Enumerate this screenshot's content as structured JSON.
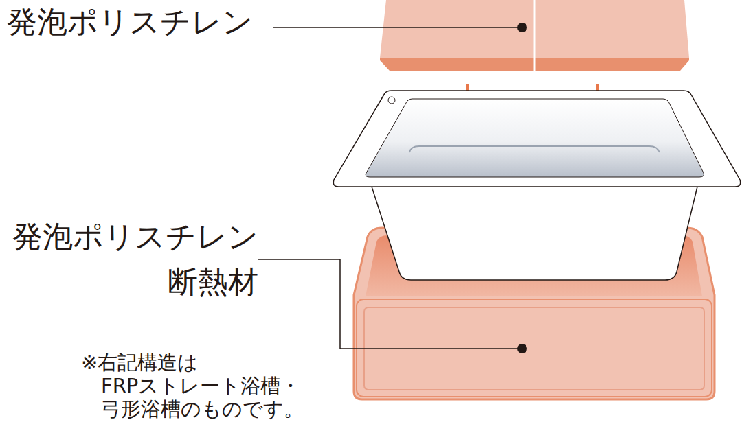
{
  "diagram": {
    "labels": [
      "発泡ポリスチレン",
      "発泡ポリスチレン 断熱材",
      "※右記構造は FRPストレート浴槽・弓形浴槽のものです。"
    ]
  }
}
